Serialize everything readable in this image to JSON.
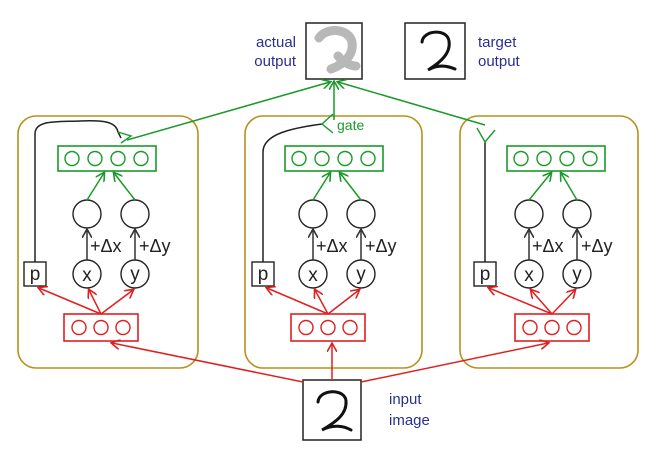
{
  "labels": {
    "actual_output_line1": "actual",
    "actual_output_line2": "output",
    "target_output_line1": "target",
    "target_output_line2": "output",
    "input_image_line1": "input",
    "input_image_line2": "image",
    "gate": "gate"
  },
  "capsules": [
    {
      "p": "p",
      "x": "x",
      "y": "y",
      "dx": "+Δx",
      "dy": "+Δy"
    },
    {
      "p": "p",
      "x": "x",
      "y": "y",
      "dx": "+Δx",
      "dy": "+Δy"
    },
    {
      "p": "p",
      "x": "x",
      "y": "y",
      "dx": "+Δx",
      "dy": "+Δy"
    }
  ],
  "colors": {
    "green": "#1a9a28",
    "red": "#e02020",
    "gold": "#b8901e",
    "blue_text": "#2a2f8f",
    "dark": "#333333"
  }
}
